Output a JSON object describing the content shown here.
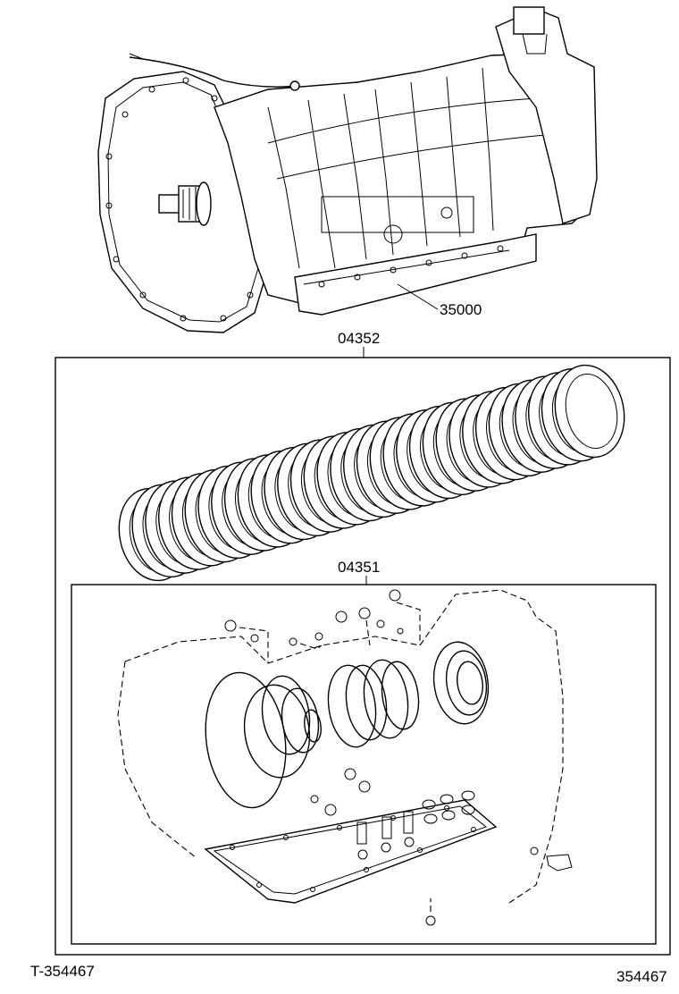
{
  "labels": {
    "transmission_part": "35000",
    "clutch_kit_part": "04352",
    "gasket_kit_part": "04351",
    "figure_code_left": "T-354467",
    "figure_code_right": "354467"
  }
}
